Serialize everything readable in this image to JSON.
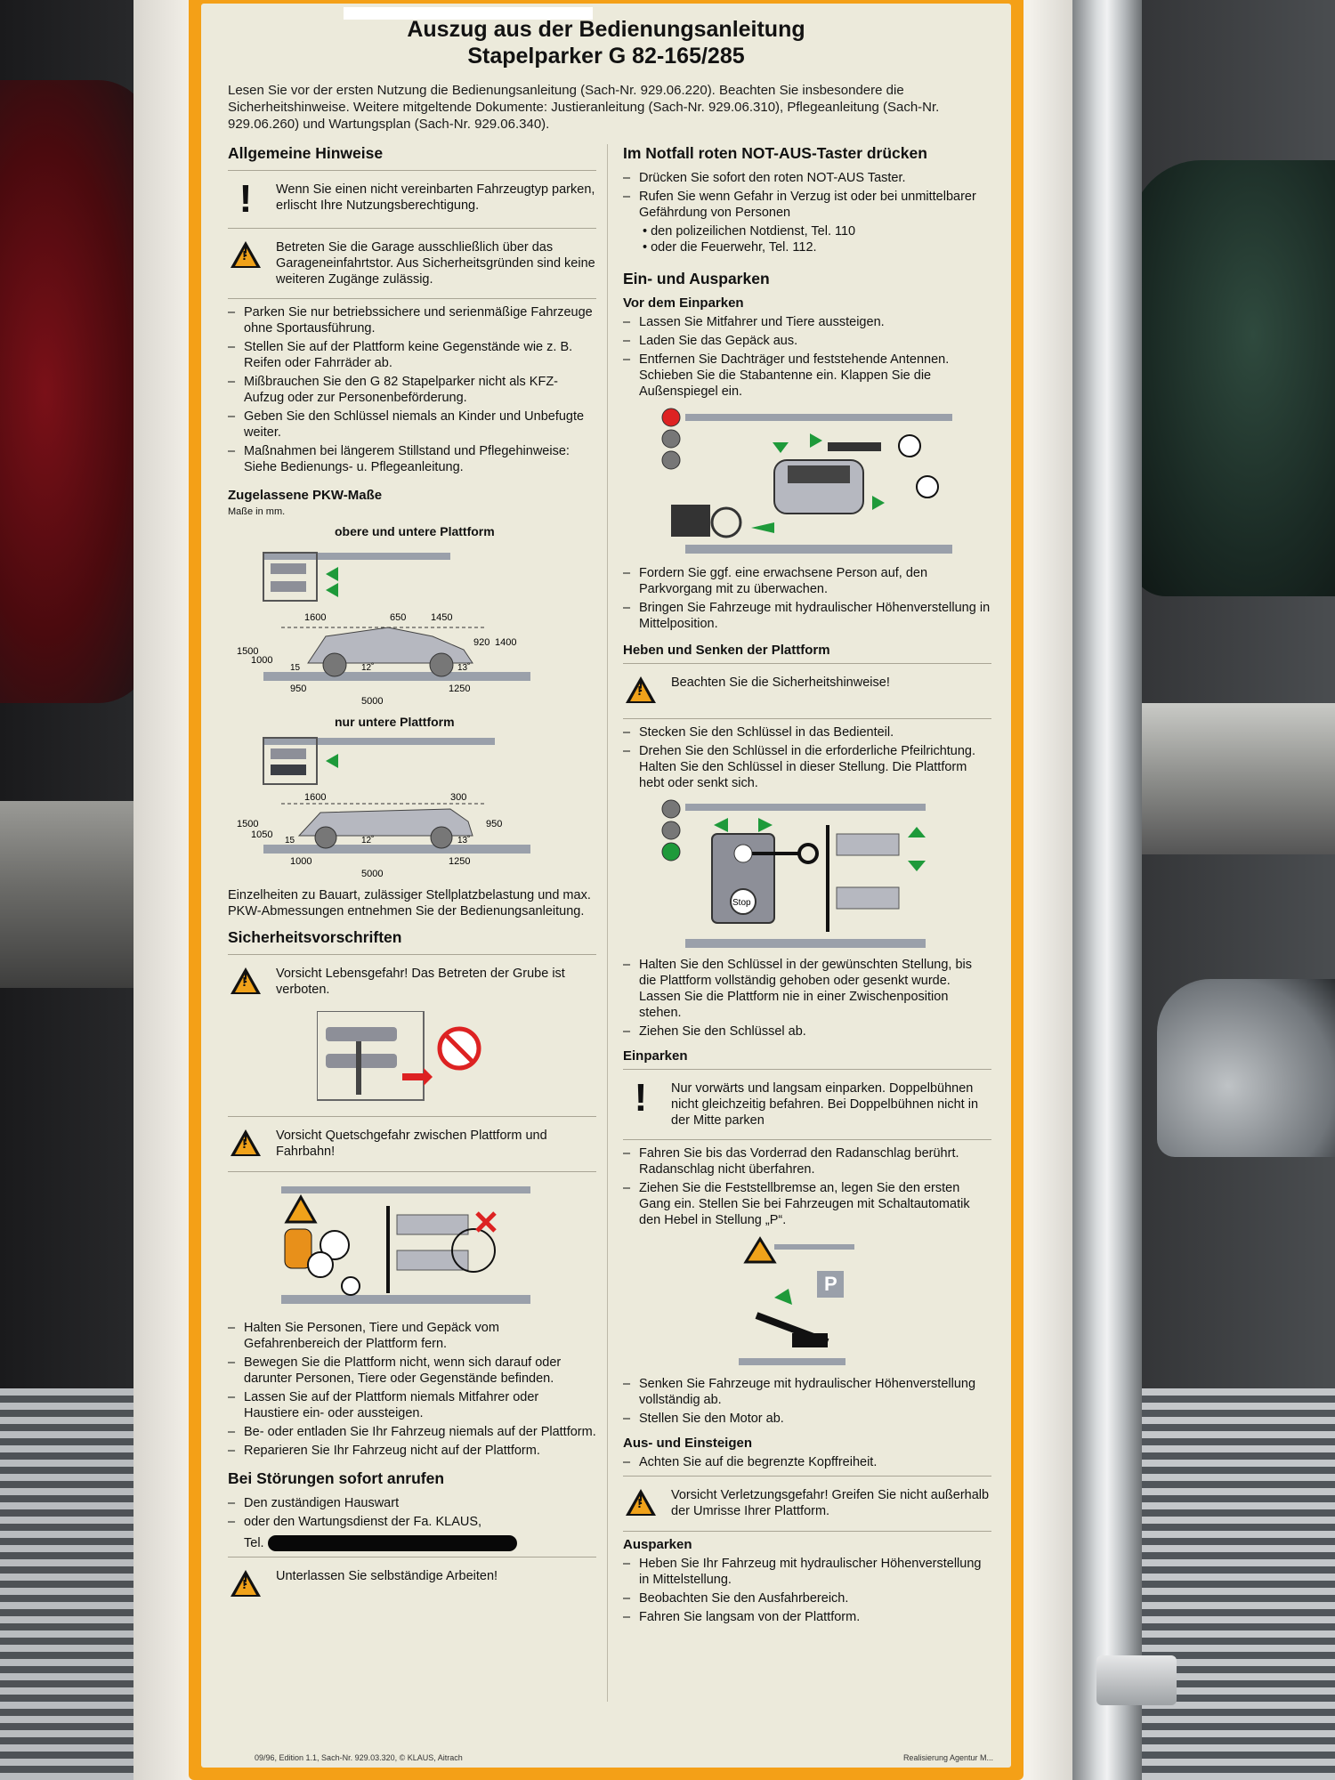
{
  "doc": {
    "title_line1": "Auszug aus der Bedienungsanleitung",
    "title_line2": "Stapelparker G 82-165/285",
    "intro": "Lesen Sie vor der ersten Nutzung die Bedienungsanleitung (Sach-Nr. 929.06.220). Beachten Sie insbesondere die Sicherheitshinweise. Weitere mitgeltende Dokumente: Justieranleitung (Sach-Nr. 929.06.310), Pflegeanleitung (Sach-Nr. 929.06.260) und Wartungsplan (Sach-Nr. 929.06.340).",
    "footer_left": "09/96, Edition 1.1, Sach-Nr. 929.03.320, © KLAUS, Aitrach",
    "footer_right": "Realisierung Agentur M..."
  },
  "left": {
    "general": {
      "heading": "Allgemeine Hinweise",
      "note1": "Wenn Sie einen nicht vereinbarten Fahrzeugtyp parken, erlischt Ihre Nutzungsberechtigung.",
      "note2": "Betreten Sie die Garage ausschließlich über das Garageneinfahrtstor. Aus Sicherheitsgründen sind keine weiteren Zugänge zulässig.",
      "items": [
        "Parken Sie nur betriebssichere und serienmäßige Fahrzeuge ohne Sportausführung.",
        "Stellen Sie auf der Plattform keine Gegenstände wie z. B. Reifen oder Fahrräder ab.",
        "Mißbrauchen Sie den G 82 Stapelparker nicht als KFZ-Aufzug oder zur Personenbeförderung.",
        "Geben Sie den Schlüssel niemals an Kinder und Unbefugte weiter.",
        "Maßnahmen bei längerem Stillstand und Pflegehinweise: Siehe Bedienungs- u. Pflegeanleitung."
      ]
    },
    "dims": {
      "heading": "Zugelassene PKW-Maße",
      "unit": "Maße in mm.",
      "d1_label": "obere und untere Plattform",
      "d1_values": {
        "a": "1600",
        "b": "650",
        "c": "1450",
        "h1": "1500",
        "h2": "1000",
        "h3": "920",
        "h4": "1400",
        "w1": "15",
        "w2": "12˚",
        "w3": "13˚",
        "l1": "950",
        "l2": "1250",
        "total": "5000"
      },
      "d2_label": "nur untere Plattform",
      "d2_values": {
        "a": "1600",
        "b": "300",
        "h1": "1500",
        "h2": "1050",
        "h3": "950",
        "w1": "15",
        "w2": "12˚",
        "w3": "13˚",
        "l1": "1000",
        "l2": "1250",
        "total": "5000"
      },
      "para": "Einzelheiten zu Bauart, zulässiger Stellplatzbelastung und max. PKW-Abmessungen entnehmen Sie der Bedienungsanleitung."
    },
    "safety": {
      "heading": "Sicherheitsvorschriften",
      "note1": "Vorsicht Lebensgefahr! Das Betreten der Grube ist verboten.",
      "note2": "Vorsicht Quetschgefahr zwischen Plattform und Fahrbahn!",
      "items": [
        "Halten Sie Personen, Tiere und Gepäck vom Gefahrenbereich der Plattform fern.",
        "Bewegen Sie die Plattform nicht, wenn sich darauf oder darunter Personen, Tiere oder Gegenstände befinden.",
        "Lassen Sie auf der Plattform niemals Mitfahrer oder Haustiere ein- oder aussteigen.",
        "Be- oder entladen Sie Ihr Fahrzeug niemals auf der Plattform.",
        "Reparieren Sie Ihr Fahrzeug nicht auf der Plattform."
      ]
    },
    "faults": {
      "heading": "Bei Störungen sofort anrufen",
      "items": [
        "Den zuständigen Hauswart",
        "oder den Wartungsdienst der Fa. KLAUS,"
      ],
      "tel": "Tel.",
      "note": "Unterlassen Sie selbständige Arbeiten!"
    }
  },
  "right": {
    "emergency": {
      "heading": "Im Notfall roten NOT-AUS-Taster drücken",
      "items": [
        "Drücken Sie sofort den roten NOT-AUS Taster.",
        "Rufen Sie wenn Gefahr in Verzug ist oder bei unmittelbarer Gefährdung von Personen"
      ],
      "sub": [
        "den polizeilichen Notdienst, Tel. 110",
        "oder die Feuerwehr, Tel. 112."
      ]
    },
    "inout": {
      "heading": "Ein- und Ausparken",
      "before_heading": "Vor dem Einparken",
      "before_items": [
        "Lassen Sie Mitfahrer und Tiere aussteigen.",
        "Laden Sie das Gepäck aus.",
        "Entfernen Sie Dachträger und feststehende Antennen. Schieben Sie die Stabantenne ein. Klappen Sie die Außenspiegel ein."
      ],
      "after_items": [
        "Fordern Sie ggf. eine erwachsene Person auf, den Parkvorgang mit zu überwachen.",
        "Bringen Sie Fahrzeuge mit hydraulischer Höhenverstellung in Mittelposition."
      ]
    },
    "lift": {
      "heading": "Heben und Senken der Plattform",
      "note": "Beachten Sie die Sicherheitshinweise!",
      "items": [
        "Stecken Sie den Schlüssel in das Bedienteil.",
        "Drehen Sie den Schlüssel in die erforderliche Pfeilrichtung. Halten Sie den Schlüssel in dieser Stellung. Die Plattform hebt oder senkt sich."
      ],
      "stop_label": "Stop",
      "items2": [
        "Halten Sie den Schlüssel in der gewünschten Stellung, bis die Plattform vollständig gehoben oder gesenkt wurde. Lassen Sie die Plattform nie in einer Zwischenposition stehen.",
        "Ziehen Sie den Schlüssel ab."
      ]
    },
    "park": {
      "heading": "Einparken",
      "note": "Nur vorwärts und langsam einparken. Doppelbühnen nicht gleichzeitig befahren. Bei Doppelbühnen nicht in der Mitte parken",
      "items": [
        "Fahren Sie bis das Vorderrad den Radanschlag berührt. Radanschlag nicht überfahren.",
        "Ziehen Sie die Feststellbremse an, legen Sie den ersten Gang ein. Stellen Sie bei Fahrzeugen mit Schaltautomatik den Hebel in Stellung „P“."
      ],
      "p_label": "P",
      "items2": [
        "Senken Sie Fahrzeuge mit hydraulischer Höhenverstellung vollständig ab.",
        "Stellen Sie den Motor ab."
      ]
    },
    "exit": {
      "heading": "Aus- und Einsteigen",
      "items": [
        "Achten Sie auf die begrenzte Kopffreiheit."
      ],
      "note": "Vorsicht Verletzungsgefahr! Greifen Sie nicht außerhalb der Umrisse Ihrer Plattform."
    },
    "out": {
      "heading": "Ausparken",
      "items": [
        "Heben Sie Ihr Fahrzeug mit hydraulischer Höhenverstellung in Mittelstellung.",
        "Beobachten Sie den Ausfahrbereich.",
        "Fahren Sie langsam von der Plattform."
      ]
    }
  }
}
